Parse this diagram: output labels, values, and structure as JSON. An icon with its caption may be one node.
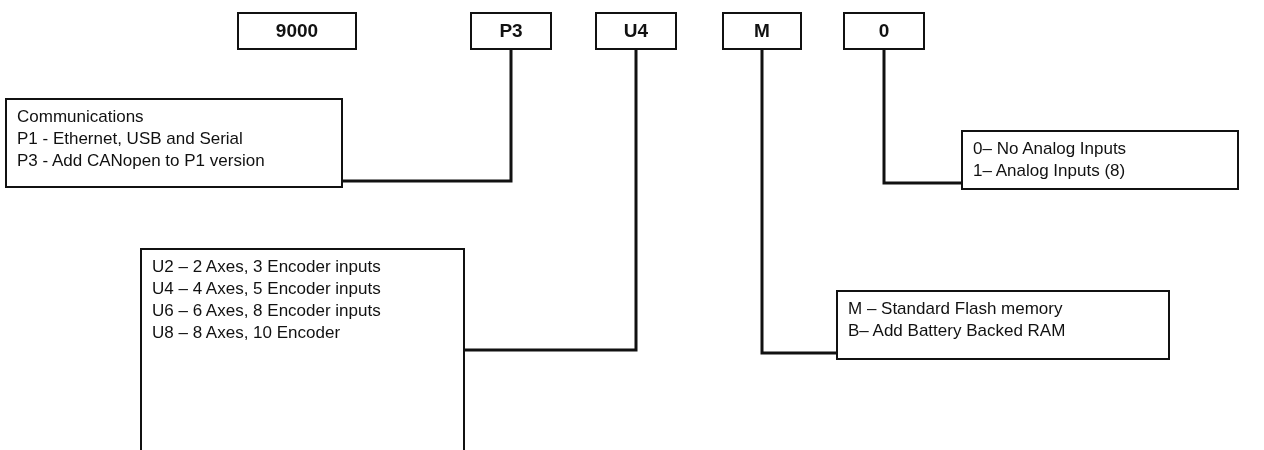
{
  "diagram": {
    "nodes": [
      {
        "text": [
          "9000"
        ]
      },
      {
        "text": [
          "P3"
        ]
      },
      {
        "text": [
          "U4"
        ]
      },
      {
        "text": [
          "M"
        ]
      },
      {
        "text": [
          "0"
        ]
      },
      {
        "text": [
          "Communications",
          "P1 - Ethernet, USB and Serial",
          "P3 - Add CANopen to P1 version"
        ]
      },
      {
        "text": [
          "0– No Analog Inputs",
          "1– Analog Inputs (8)"
        ]
      },
      {
        "text": [
          "U2 – 2 Axes, 3 Encoder inputs",
          "U4 – 4 Axes, 5 Encoder inputs",
          "U6 – 6 Axes, 8 Encoder inputs",
          "U8 – 8 Axes, 10 Encoder"
        ]
      },
      {
        "text": [
          "M – Standard Flash memory",
          "B– Add Battery Backed RAM"
        ]
      }
    ],
    "edges": [
      {
        "from": 1,
        "to": 5,
        "arrow": "none"
      },
      {
        "from": 4,
        "to": 6,
        "arrow": "none"
      },
      {
        "from": 2,
        "to": 7,
        "arrow": "none"
      },
      {
        "from": 3,
        "to": 8,
        "arrow": "none"
      }
    ]
  }
}
